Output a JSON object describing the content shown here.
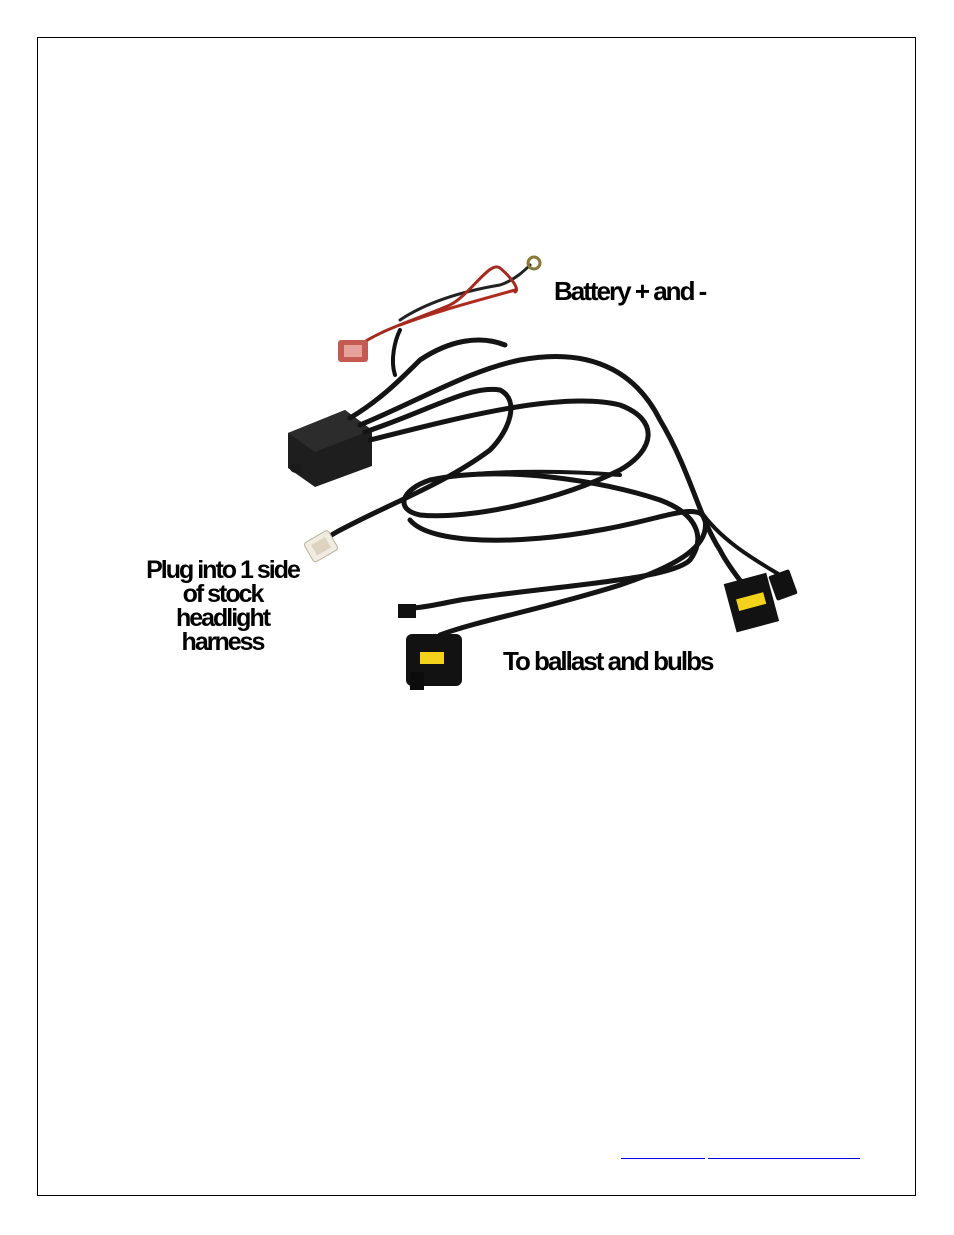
{
  "labels": {
    "battery": "Battery + and -",
    "plug": "Plug into 1 side of stock headlight harness",
    "ballast": "To ballast and bulbs"
  },
  "footer": {
    "link_1": "",
    "link_2": ""
  },
  "colors": {
    "wire": "#111111",
    "red_wire": "#c0392b",
    "relay_box": "#1c1c1c",
    "connector_yellow": "#f2d21b",
    "link": "#0000ee"
  }
}
